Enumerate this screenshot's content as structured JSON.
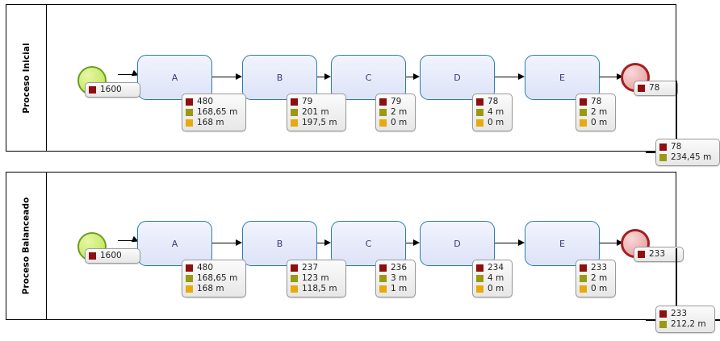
{
  "diagram": {
    "type": "process-comparison-swimlanes",
    "legend_colors": {
      "count": "#8e0f0f",
      "time_a": "#9a9a12",
      "time_b": "#e8a90c"
    },
    "lanes": [
      {
        "id": "lane-inicial",
        "label": "Proceso Inicial",
        "start_event": {
          "name": "start-event",
          "tooltip": {
            "count": "1600"
          }
        },
        "end_event": {
          "name": "end-event",
          "tooltip": {
            "count": "78"
          }
        },
        "tasks": [
          {
            "label": "A",
            "tooltip": {
              "count": "480",
              "time_a": "168,65 m",
              "time_b": "168 m"
            }
          },
          {
            "label": "B",
            "tooltip": {
              "count": "79",
              "time_a": "201 m",
              "time_b": "197,5 m"
            }
          },
          {
            "label": "C",
            "tooltip": {
              "count": "79",
              "time_a": "2 m",
              "time_b": "0 m"
            }
          },
          {
            "label": "D",
            "tooltip": {
              "count": "78",
              "time_a": "4 m",
              "time_b": "0 m"
            }
          },
          {
            "label": "E",
            "tooltip": {
              "count": "78",
              "time_a": "2 m",
              "time_b": "0 m"
            }
          }
        ],
        "summary": {
          "count": "78",
          "total_time": "234,45 m"
        }
      },
      {
        "id": "lane-balanceado",
        "label": "Proceso Balanceado",
        "start_event": {
          "name": "start-event",
          "tooltip": {
            "count": "1600"
          }
        },
        "end_event": {
          "name": "end-event",
          "tooltip": {
            "count": "233"
          }
        },
        "tasks": [
          {
            "label": "A",
            "tooltip": {
              "count": "480",
              "time_a": "168,65 m",
              "time_b": "168 m"
            }
          },
          {
            "label": "B",
            "tooltip": {
              "count": "237",
              "time_a": "123 m",
              "time_b": "118,5 m"
            }
          },
          {
            "label": "C",
            "tooltip": {
              "count": "236",
              "time_a": "3 m",
              "time_b": "1 m"
            }
          },
          {
            "label": "D",
            "tooltip": {
              "count": "234",
              "time_a": "4 m",
              "time_b": "0 m"
            }
          },
          {
            "label": "E",
            "tooltip": {
              "count": "233",
              "time_a": "2 m",
              "time_b": "0 m"
            }
          }
        ],
        "summary": {
          "count": "233",
          "total_time": "212,2 m"
        }
      }
    ]
  }
}
